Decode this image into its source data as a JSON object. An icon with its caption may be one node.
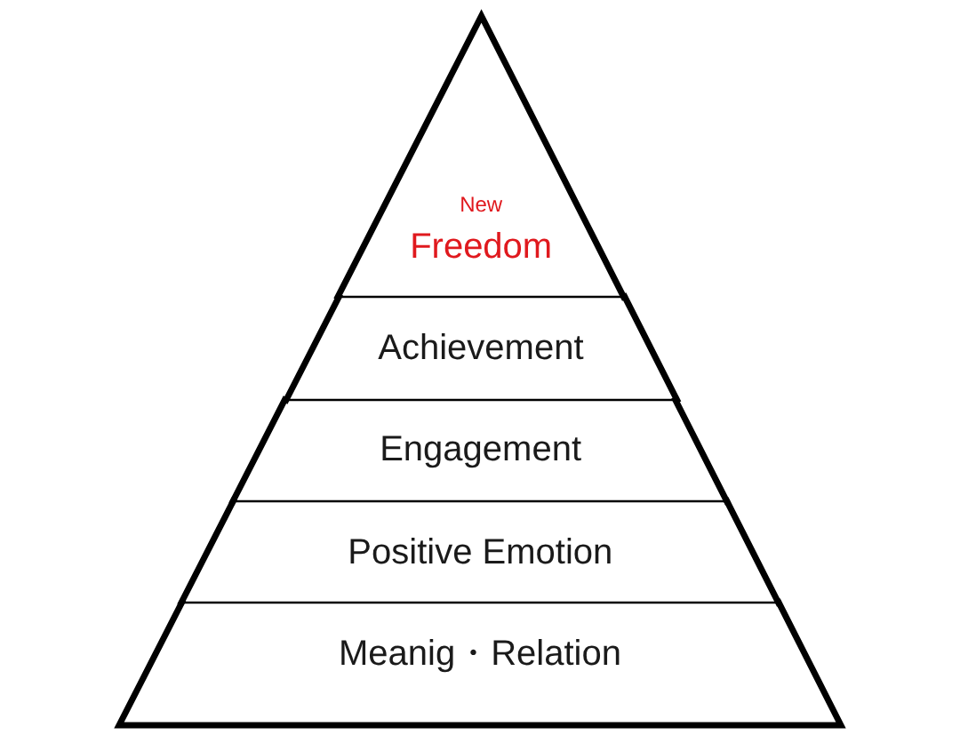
{
  "diagram": {
    "nodes": [
      {
        "text": [
          "New",
          "Freedom"
        ]
      },
      {
        "text": [
          "Achievement"
        ]
      },
      {
        "text": [
          "Engagement"
        ]
      },
      {
        "text": [
          "Positive Emotion"
        ]
      },
      {
        "text": [
          "Meanig・Relation"
        ]
      }
    ],
    "edges": []
  }
}
